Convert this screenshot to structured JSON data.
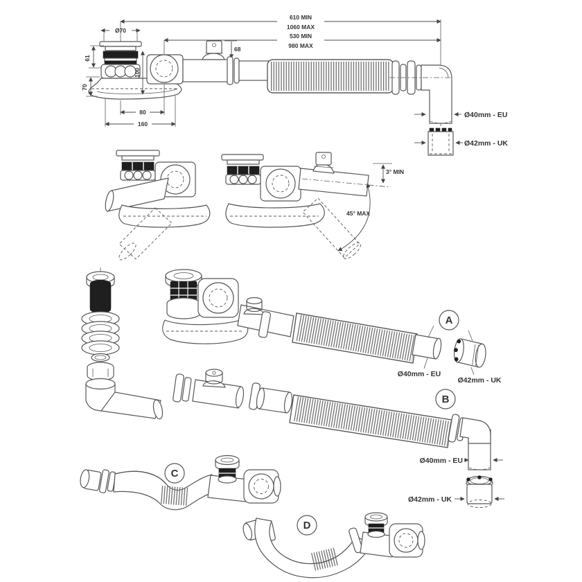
{
  "figure": {
    "description": "Bath waste, overflow and flexible hose kit technical drawing",
    "dimensions": {
      "overall_min": "610 MIN",
      "overall_max": "1060 MAX",
      "flex_min": "530 MIN",
      "flex_max": "980 MAX",
      "plug_diameter": "Ø70",
      "plug_height": "61",
      "trap_height": "70",
      "body_height": "100",
      "overflow_height": "68",
      "outlet_offset": "80",
      "base_width": "160"
    },
    "angles": {
      "min_fall": "3° MIN",
      "max_swivel": "45° MAX"
    },
    "outlets": {
      "eu": "Ø40mm - EU",
      "uk": "Ø42mm - UK"
    },
    "variants": {
      "a": "A",
      "b": "B",
      "c": "C",
      "d": "D"
    }
  }
}
